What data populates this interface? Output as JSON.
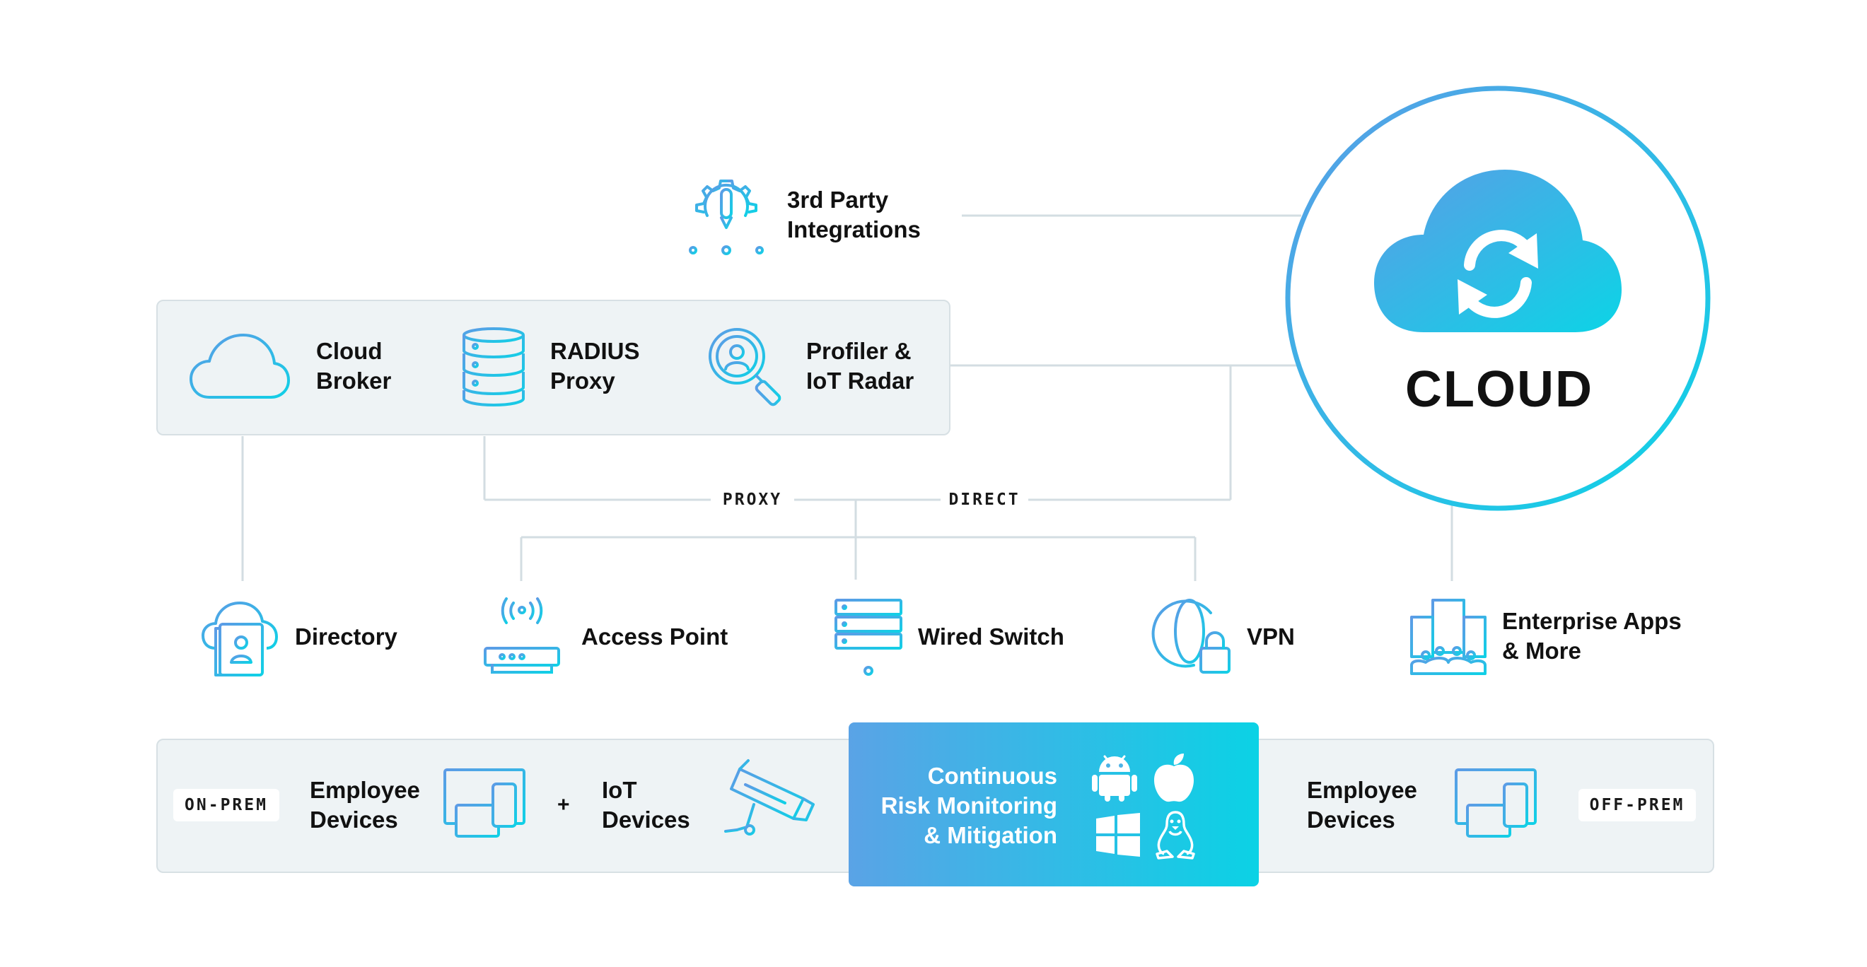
{
  "cloud": {
    "title": "CLOUD"
  },
  "integrations": {
    "line1": "3rd Party",
    "line2": "Integrations"
  },
  "services": [
    {
      "line1": "Cloud",
      "line2": "Broker"
    },
    {
      "line1": "RADIUS",
      "line2": "Proxy"
    },
    {
      "line1": "Profiler &",
      "line2": "IoT Radar"
    }
  ],
  "connection_tags": {
    "proxy": "PROXY",
    "direct": "DIRECT"
  },
  "nodes": {
    "directory": "Directory",
    "access_point": "Access Point",
    "wired_switch": "Wired Switch",
    "vpn": "VPN",
    "enterprise": {
      "line1": "Enterprise Apps",
      "line2": "& More"
    }
  },
  "bottom": {
    "on_prem": "ON-PREM",
    "off_prem": "OFF-PREM",
    "employee_left": {
      "line1": "Employee",
      "line2": "Devices"
    },
    "plus": "+",
    "iot": {
      "line1": "IoT",
      "line2": "Devices"
    },
    "monitoring": {
      "line1": "Continuous",
      "line2": "Risk Monitoring",
      "line3": "& Mitigation"
    },
    "employee_right": {
      "line1": "Employee",
      "line2": "Devices"
    }
  },
  "colors": {
    "accent_start": "#5aa0e6",
    "accent_end": "#0fd3e6",
    "icon_stroke": "#2bb6e6",
    "line": "#d3dde2",
    "panel": "#eef3f5"
  }
}
